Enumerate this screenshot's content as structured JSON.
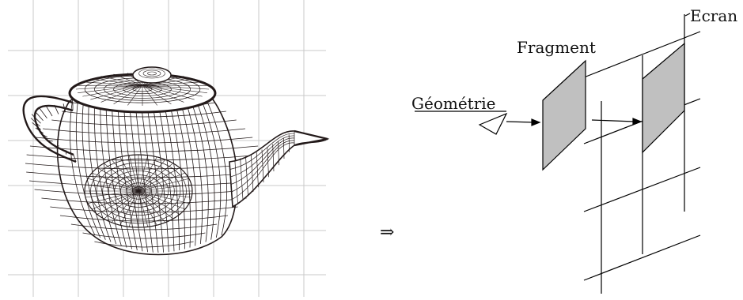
{
  "labels": {
    "fragment": "Fragment",
    "geometrie": "Géométrie",
    "ecran": "Ecran",
    "arrow": "⇒"
  },
  "colors": {
    "grid": "#c8c8c8",
    "wire": "#231a1a",
    "fill": "#c0c0c0",
    "line": "#000000"
  }
}
